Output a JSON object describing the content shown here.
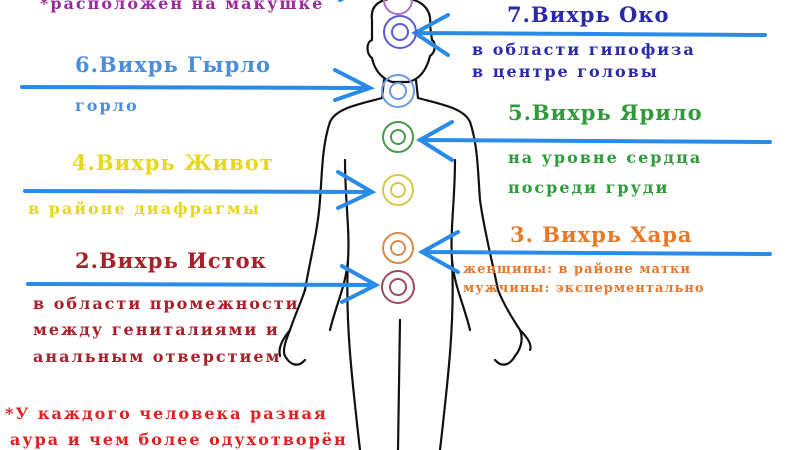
{
  "colors": {
    "crown": "#9a2a9a",
    "eye": "#2a2aa8",
    "throat": "#4a8fd8",
    "heart": "#2f9a3a",
    "solar": "#e8d81a",
    "sacral": "#e8782a",
    "root": "#a82028",
    "note": "#e02020",
    "arrow": "#2a8ae8"
  },
  "crown": {
    "note": "*расположен на макушке"
  },
  "chakras": [
    {
      "title": "7.Вихрь Око",
      "lines": [
        "в области гипофиза",
        "в центре головы"
      ],
      "icon": "mandala-icon"
    },
    {
      "title": "6.Вихрь Гырло",
      "lines": [
        "горло"
      ],
      "icon": "mandala-icon"
    },
    {
      "title": "5.Вихрь Ярило",
      "lines": [
        "на уровне сердца",
        "посреди груди"
      ],
      "icon": "mandala-icon"
    },
    {
      "title": "4.Вихрь Живот",
      "lines": [
        "в районе диафрагмы"
      ],
      "icon": "mandala-icon"
    },
    {
      "title": "3. Вихрь Хара",
      "lines": [
        "женщины: в районе матки",
        "мужчины: эксперментально"
      ],
      "icon": "mandala-icon"
    },
    {
      "title": "2.Вихрь Исток",
      "lines": [
        "в области промежности",
        "между гениталиями и",
        "анальным отверстием"
      ],
      "icon": "mandala-icon"
    }
  ],
  "footnote": [
    "*У каждого человека разная",
    "аура и чем более одухотворён"
  ]
}
